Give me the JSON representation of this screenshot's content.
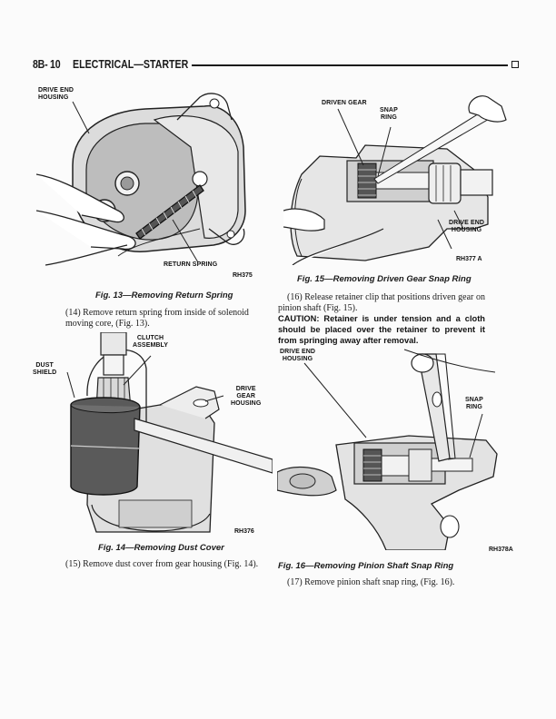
{
  "header": {
    "page_number": "8B- 10",
    "section_title": "ELECTRICAL—STARTER"
  },
  "figures": {
    "fig13": {
      "labels": {
        "drive_end_housing": "DRIVE END\nHOUSING",
        "return_spring": "RETURN SPRING"
      },
      "ref_code": "RH375",
      "caption": "Fig. 13—Removing Return Spring"
    },
    "fig14": {
      "labels": {
        "clutch_assembly": "CLUTCH\nASSEMBLY",
        "dust_shield": "DUST\nSHIELD",
        "drive_gear_housing": "DRIVE\nGEAR\nHOUSING"
      },
      "ref_code": "RH376",
      "caption": "Fig. 14—Removing Dust Cover"
    },
    "fig15": {
      "labels": {
        "driven_gear": "DRIVEN GEAR",
        "snap_ring": "SNAP\nRING",
        "drive_end_housing": "DRIVE END\nHOUSING"
      },
      "ref_code": "RH377 A",
      "caption": "Fig. 15—Removing Driven Gear Snap Ring"
    },
    "fig16": {
      "labels": {
        "drive_end_housing": "DRIVE END\nHOUSING",
        "snap_ring": "SNAP\nRING"
      },
      "ref_code": "RH378A",
      "caption": "Fig. 16—Removing Pinion Shaft Snap Ring"
    }
  },
  "steps": {
    "step14": "(14) Remove return spring from inside of solenoid moving core, (Fig. 13).",
    "step15": "(15) Remove dust cover from gear housing (Fig. 14).",
    "step16": "(16) Release retainer clip that positions driven gear on pinion shaft (Fig. 15).",
    "caution": "CAUTION: Retainer is under tension and a cloth should be placed over the retainer to prevent it from springing away after removal.",
    "step17": "(17) Remove pinion shaft snap ring, (Fig. 16)."
  }
}
